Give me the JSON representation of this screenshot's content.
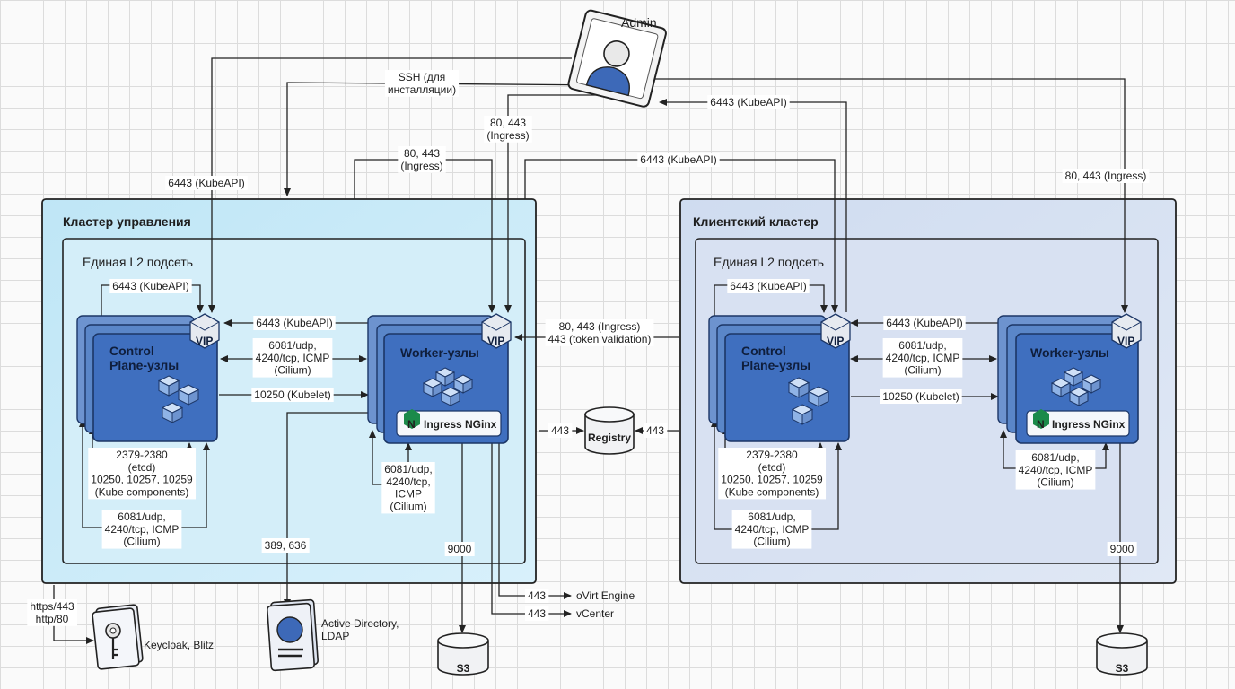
{
  "admin": {
    "label": "Admin"
  },
  "connections": {
    "ssh": "SSH (для\nинсталляции)",
    "admin_ingress_mgmt": "80, 443\n(Ingress)",
    "admin_kubeapi_mgmt_cp": "6443 (KubeAPI)",
    "admin_kubeapi_top": "6443 (KubeAPI)",
    "admin_ingress_mgmt_2": "80, 443\n(Ingress)",
    "admin_kubeapi_client": "6443 (KubeAPI)",
    "admin_ingress_client": "80, 443 (Ingress)",
    "mgmt_cp_loop": "6443 (KubeAPI)",
    "mgmt_worker_kubeapi": "6443 (KubeAPI)",
    "mgmt_cilium": "6081/udp,\n4240/tcp, ICMP\n(Cilium)",
    "mgmt_kubelet": "10250 (Kubelet)",
    "mgmt_etcd": "2379-2380\n(etcd)\n10250, 10257, 10259\n(Kube components)",
    "mgmt_cp_cilium": "6081/udp,\n4240/tcp, ICMP\n(Cilium)",
    "mgmt_worker_cilium": "6081/udp,\n4240/tcp,\nICMP\n(Cilium)",
    "cross_cluster": "80, 443 (Ingress)\n443 (token validation)",
    "registry_left": "443",
    "registry_right": "443",
    "ldap_port": "389, 636",
    "s3_left_port": "9000",
    "ovirt_port": "443",
    "vcenter_port": "443",
    "keycloak_ports": "https/443\nhttp/80",
    "client_cp_loop": "6443 (KubeAPI)",
    "client_worker_kubeapi": "6443 (KubeAPI)",
    "client_cilium": "6081/udp,\n4240/tcp, ICMP\n(Cilium)",
    "client_kubelet": "10250 (Kubelet)",
    "client_etcd": "2379-2380\n(etcd)\n10250, 10257, 10259\n(Kube components)",
    "client_cp_cilium": "6081/udp,\n4240/tcp, ICMP\n(Cilium)",
    "client_worker_cilium": "6081/udp,\n4240/tcp, ICMP\n(Cilium)",
    "s3_right_port": "9000"
  },
  "mgmt_cluster": {
    "title": "Кластер управления",
    "subnet": "Единая L2 подсеть",
    "control_plane": "Control\nPlane-узлы",
    "workers": "Worker-узлы",
    "vip": "VIP",
    "ingress": "Ingress NGinx"
  },
  "client_cluster": {
    "title": "Клиентский кластер",
    "subnet": "Единая L2 подсеть",
    "control_plane": "Control\nPlane-узлы",
    "workers": "Worker-узлы",
    "vip": "VIP",
    "ingress": "Ingress NGinx"
  },
  "external": {
    "registry": "Registry",
    "s3_left": "S3",
    "s3_right": "S3",
    "ovirt": "oVirt Engine",
    "vcenter": "vCenter",
    "keycloak": "Keycloak, Blitz",
    "active_directory": "Active Directory,\nLDAP"
  },
  "colors": {
    "mgmt_bg": "#c6e9f7",
    "client_bg": "#d5dff0",
    "node_blue": "#3f6fbf",
    "node_dark": "#2a4f94",
    "cube": "#8fb3e6",
    "nginx_green": "#1b8a4a"
  }
}
